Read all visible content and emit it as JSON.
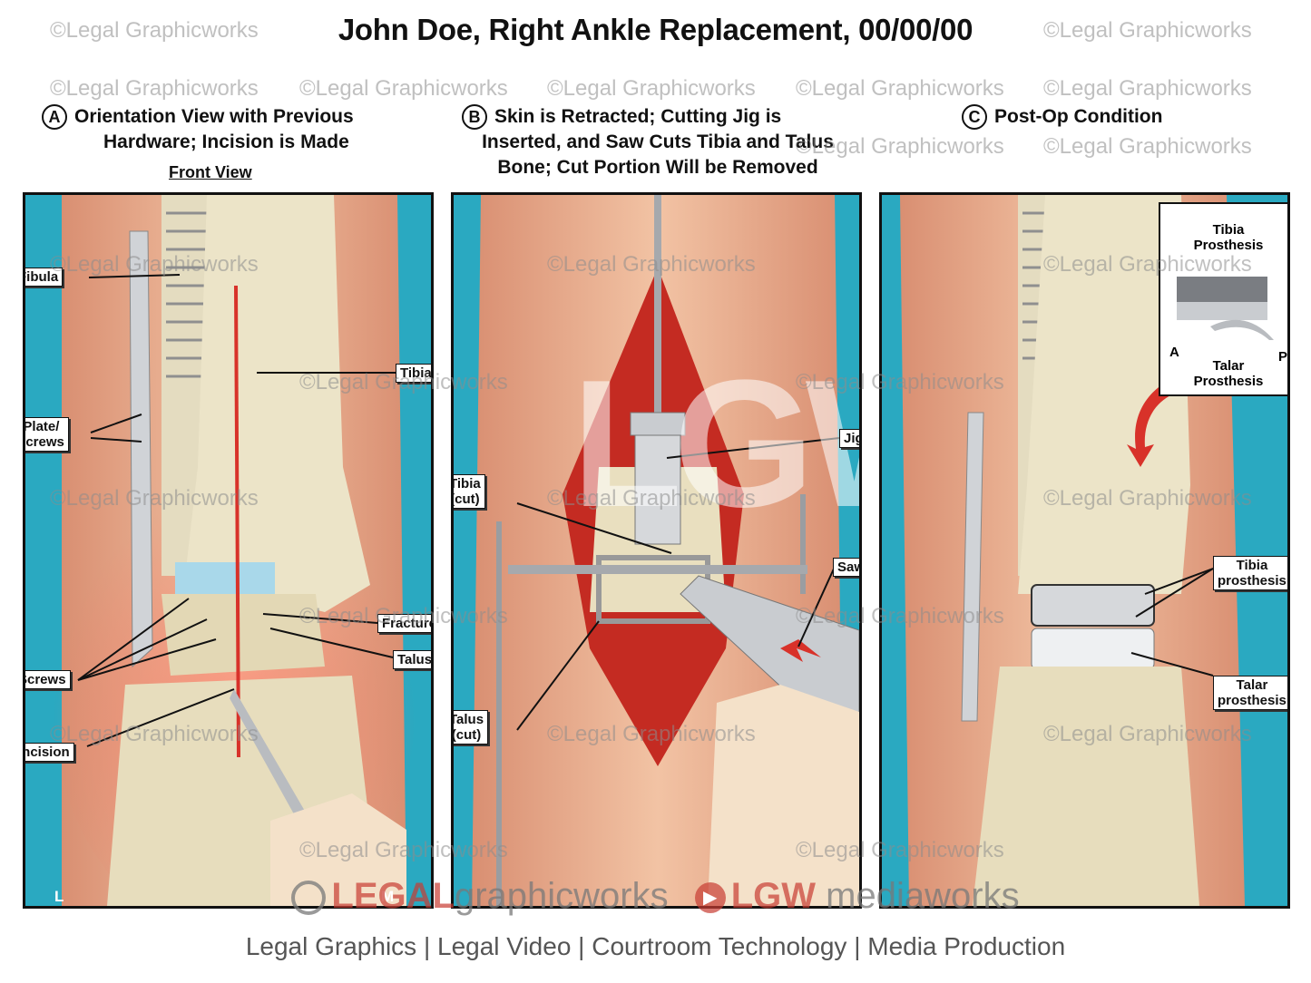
{
  "title": "John Doe, Right Ankle Replacement, 00/00/00",
  "watermark": "©Legal Graphicworks",
  "panels": {
    "a": {
      "letter": "A",
      "heading_line1": "Orientation View with Previous",
      "heading_line2": "Hardware; Incision is Made",
      "subheading": "Front View",
      "corner_left": "L",
      "corner_right": "M",
      "labels": {
        "fibula": "Fibula",
        "tibia": "Tibia",
        "plate_screws_1": "Plate/",
        "plate_screws_2": "screws",
        "fracture": "Fracture",
        "talus": "Talus",
        "screws": "Screws",
        "incision": "Incision"
      }
    },
    "b": {
      "letter": "B",
      "heading_line1": "Skin is Retracted; Cutting Jig is",
      "heading_line2": "Inserted, and Saw Cuts Tibia and Talus",
      "heading_line3": "Bone; Cut Portion Will be Removed",
      "labels": {
        "jig": "Jig",
        "tibia_cut_1": "Tibia",
        "tibia_cut_2": "(cut)",
        "saw": "Saw",
        "talus_cut_1": "Talus",
        "talus_cut_2": "(cut)"
      }
    },
    "c": {
      "letter": "C",
      "heading": "Post-Op Condition",
      "inset": {
        "tibia_prosthesis_1": "Tibia",
        "tibia_prosthesis_2": "Prosthesis",
        "talar_prosthesis_1": "Talar",
        "talar_prosthesis_2": "Prosthesis",
        "a": "A",
        "p": "P"
      },
      "labels": {
        "tibia_prosthesis_1": "Tibia",
        "tibia_prosthesis_2": "prosthesis",
        "talar_prosthesis_1": "Talar",
        "talar_prosthesis_2": "prosthesis"
      }
    }
  },
  "big_watermark": "LGW",
  "footer": {
    "brand_legal": "LEGAL",
    "brand_graphicworks": "graphicworks",
    "brand_lgw": "LGW",
    "brand_mediaworks": "mediaworks",
    "tagline": "Legal Graphics | Legal Video | Courtroom Technology | Media Production"
  },
  "colors": {
    "background_teal": "#2aa9c1",
    "skin": "#e8b08f",
    "bone": "#e6dcb8",
    "incision_red": "#d8322a",
    "metal": "#c9ccd0"
  }
}
